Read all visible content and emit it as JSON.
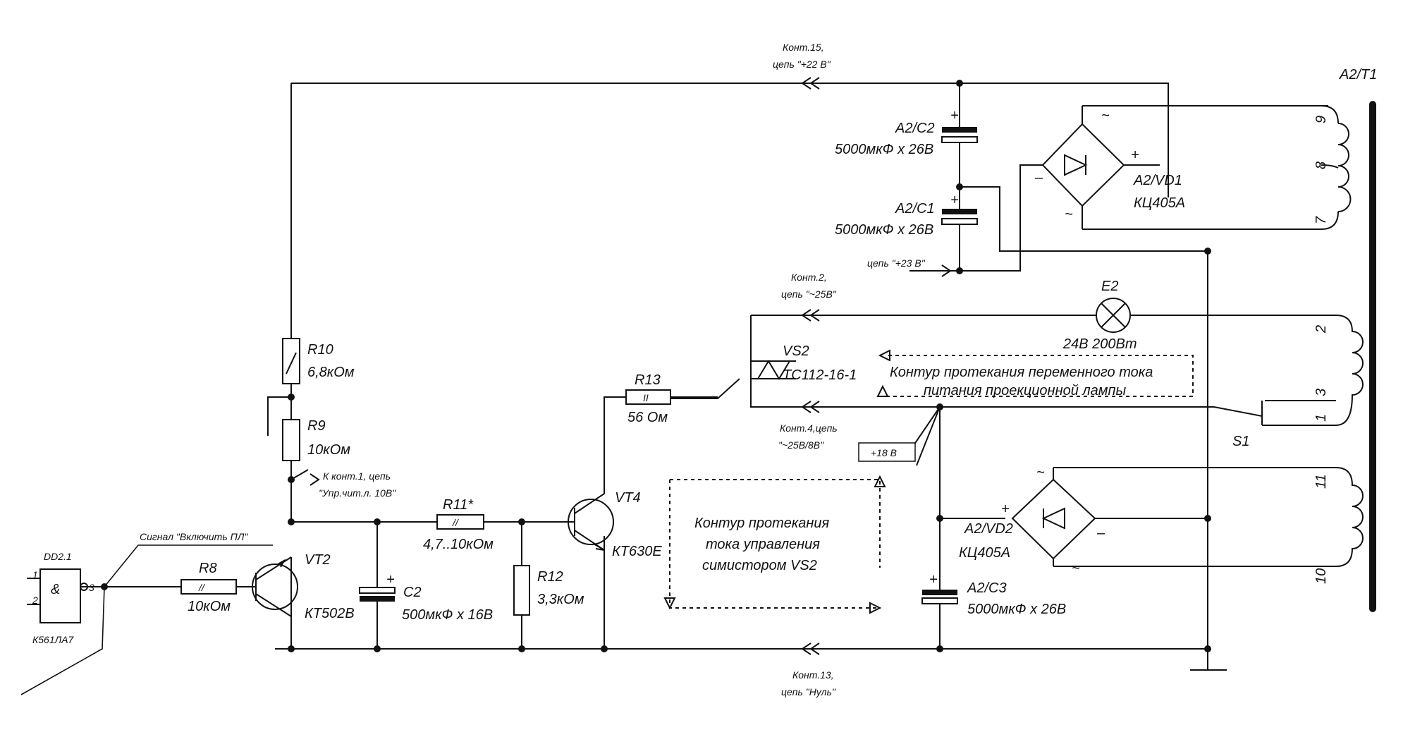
{
  "transformer": {
    "name": "A2/T1",
    "pins": {
      "p9": "9",
      "p8": "8",
      "p7": "7",
      "p2": "2",
      "p3": "3",
      "p1": "1",
      "p11": "11",
      "p10": "10"
    }
  },
  "nets": {
    "plus22": {
      "line1": "Конт.15,",
      "line2": "цепь  \"+22 В\""
    },
    "plus23": {
      "text": "цепь  \"+23 В\""
    },
    "ac25": {
      "line1": "Конт.2,",
      "line2": "цепь  \"~25В\""
    },
    "ac25_8": {
      "line1": "Конт.4,цепь",
      "line2": "\"~25В/8В\""
    },
    "zero": {
      "line1": "Конт.13,",
      "line2": "цепь  \"Нуль\""
    },
    "plus18": {
      "text": "+18 В"
    },
    "ctrl10v": {
      "line1": "К конт.1, цепь",
      "line2": "\"Упр.чит.л. 10В\""
    },
    "signal": {
      "text": "Сигнал \"Включить ПЛ\""
    }
  },
  "components": {
    "c2a2": {
      "name": "A2/C2",
      "value": "5000мкФ x 26В"
    },
    "c1a2": {
      "name": "A2/C1",
      "value": "5000мкФ x 26В"
    },
    "vd1": {
      "name": "A2/VD1",
      "type": "КЦ405А"
    },
    "vd2": {
      "name": "A2/VD2",
      "type": "КЦ405А"
    },
    "c3a2": {
      "name": "A2/C3",
      "value": "5000мкФ x 26В"
    },
    "e2": {
      "name": "E2",
      "value": "24В 200Вт"
    },
    "vs2": {
      "name": "VS2",
      "type": "ТС112-16-1"
    },
    "s1": {
      "name": "S1"
    },
    "r10": {
      "name": "R10",
      "value": "6,8кОм"
    },
    "r9": {
      "name": "R9",
      "value": "10кОм"
    },
    "r13": {
      "name": "R13",
      "value": "56 Ом"
    },
    "r11": {
      "name": "R11*",
      "value": "4,7..10кОм"
    },
    "r12": {
      "name": "R12",
      "value": "3,3кОм"
    },
    "r8": {
      "name": "R8",
      "value": "10кОм"
    },
    "c2": {
      "name": "C2",
      "value": "500мкФ x 16В"
    },
    "vt2": {
      "name": "VT2",
      "type": "КТ502В"
    },
    "vt4": {
      "name": "VT4",
      "type": "КТ630Е"
    },
    "dd": {
      "name": "DD2.1",
      "type": "К561ЛА7",
      "gate": "&",
      "pin1": "1",
      "pin2": "2",
      "pin3": "3"
    }
  },
  "symbols": {
    "plus": "+",
    "minus": "–",
    "tilde": "~",
    "r13_mark": "II",
    "r_mark": "//"
  },
  "annotations": {
    "lamp_loop": {
      "line1": "Контур протекания переменного тока",
      "line2": "питания проекционной лампы"
    },
    "ctrl_loop": {
      "line1": "Контур протекания",
      "line2": "тока управления",
      "line3": "симистором VS2"
    }
  }
}
